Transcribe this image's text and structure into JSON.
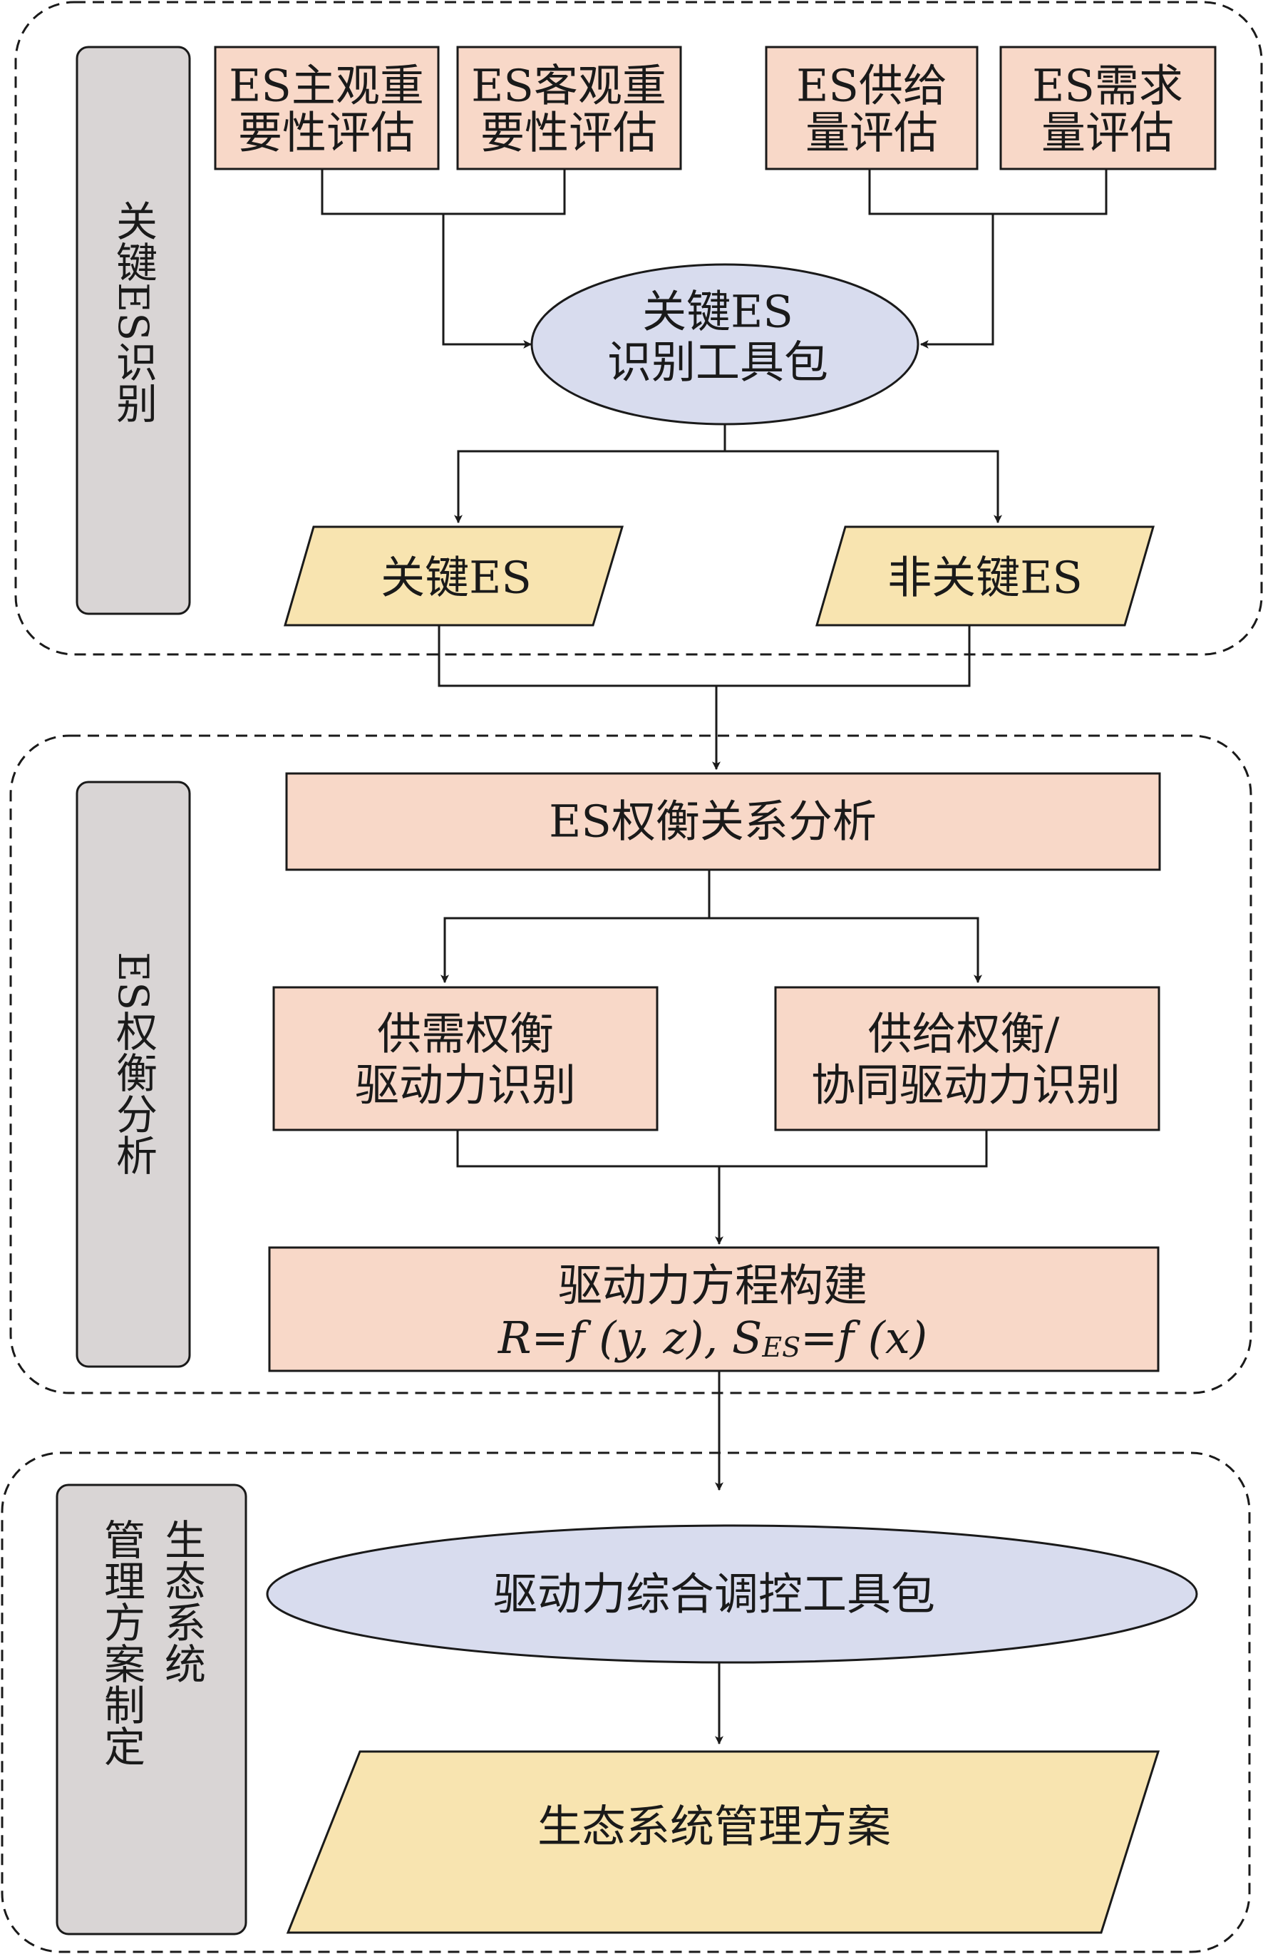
{
  "stage1": {
    "side_label": "关键ES识别",
    "subjective": [
      "ES主观重",
      "要性评估"
    ],
    "objective": [
      "ES客观重",
      "要性评估"
    ],
    "supply": [
      "ES供给",
      "量评估"
    ],
    "demand": [
      "ES需求",
      "量评估"
    ],
    "toolkit": [
      "关键ES",
      "识别工具包"
    ],
    "key_es": "关键ES",
    "non_key_es": "非关键ES"
  },
  "stage2": {
    "side_label": "ES权衡分析",
    "tradeoff_analysis": "ES权衡关系分析",
    "supply_demand": [
      "供需权衡",
      "驱动力识别"
    ],
    "supply_synergy": [
      "供给权衡/",
      "协同驱动力识别"
    ],
    "equation_title": "驱动力方程构建",
    "equation": {
      "r": "R",
      "eq1": "=",
      "f1": "f",
      "args1": " (y, z), ",
      "s": "S",
      "sub": "ES",
      "eq2": "=",
      "f2": "f",
      "args2": " (x)"
    }
  },
  "stage3": {
    "side_label": [
      "生态系统",
      "管理方案制定"
    ],
    "toolkit": "驱动力综合调控工具包",
    "plan": "生态系统管理方案"
  },
  "colors": {
    "process_box": "#f8d8c8",
    "io_parallelogram": "#f8e4b0",
    "toolkit_oval": "#d8dcee",
    "side_label": "#d9d5d5"
  }
}
